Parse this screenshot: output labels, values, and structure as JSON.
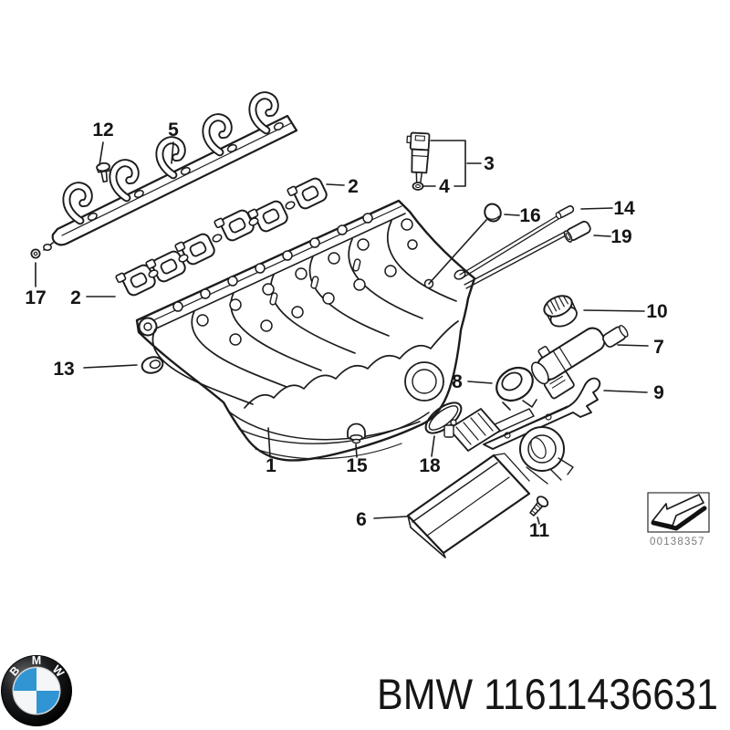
{
  "callouts": {
    "n1": "1",
    "n2": "2",
    "n3": "3",
    "n4": "4",
    "n5": "5",
    "n6": "6",
    "n7": "7",
    "n8": "8",
    "n9": "9",
    "n10": "10",
    "n11": "11",
    "n12": "12",
    "n13": "13",
    "n14": "14",
    "n15": "15",
    "n16": "16",
    "n17": "17",
    "n18": "18",
    "n19": "19"
  },
  "stamp": {
    "code": "00138357"
  },
  "footer": {
    "text": "BMW 11611436631",
    "logo_letters": {
      "b": "B",
      "m": "M",
      "w": "W"
    }
  },
  "colors": {
    "line": "#1c1c1c",
    "background": "#ffffff",
    "logo_blue": "#3095d2",
    "stamp_text": "#7a7a7a"
  }
}
